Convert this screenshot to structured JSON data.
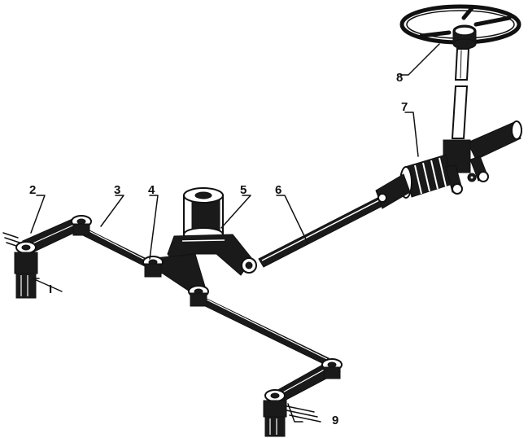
{
  "diagram": {
    "labels": {
      "l1": "I",
      "l2": "2",
      "l3": "3",
      "l4": "4",
      "l5": "5",
      "l6": "6",
      "l7": "7",
      "l8": "8",
      "l9": "9"
    },
    "ink_color": "#111111",
    "background_color": "#ffffff"
  }
}
